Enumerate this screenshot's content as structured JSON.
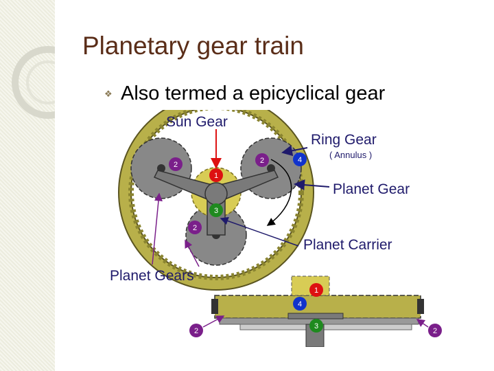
{
  "slide": {
    "title": "Planetary gear train",
    "bullet": "Also termed a epicyclical gear"
  },
  "diagram": {
    "labels": {
      "sun_gear": "Sun Gear",
      "ring_gear": "Ring  Gear",
      "annulus": "( Annulus )",
      "planet_gear": "Planet Gear",
      "planet_carrier": "Planet Carrier",
      "planet_gears": "Planet Gears"
    },
    "badges": {
      "sun": "1",
      "carrier": "3",
      "ring": "4",
      "planet": "2"
    },
    "colors": {
      "title_text": "#5a2d18",
      "label_text": "#1f1a6b",
      "sun_badge": "#dd1111",
      "carrier_badge": "#1f8a1f",
      "ring_badge": "#1133cc",
      "planet_badge": "#7a1f8a",
      "ring_gear": "#b8b04a",
      "planet_gear": "#888888",
      "sun_gear": "#d8cc55",
      "carrier": "#7a7a7a"
    }
  }
}
